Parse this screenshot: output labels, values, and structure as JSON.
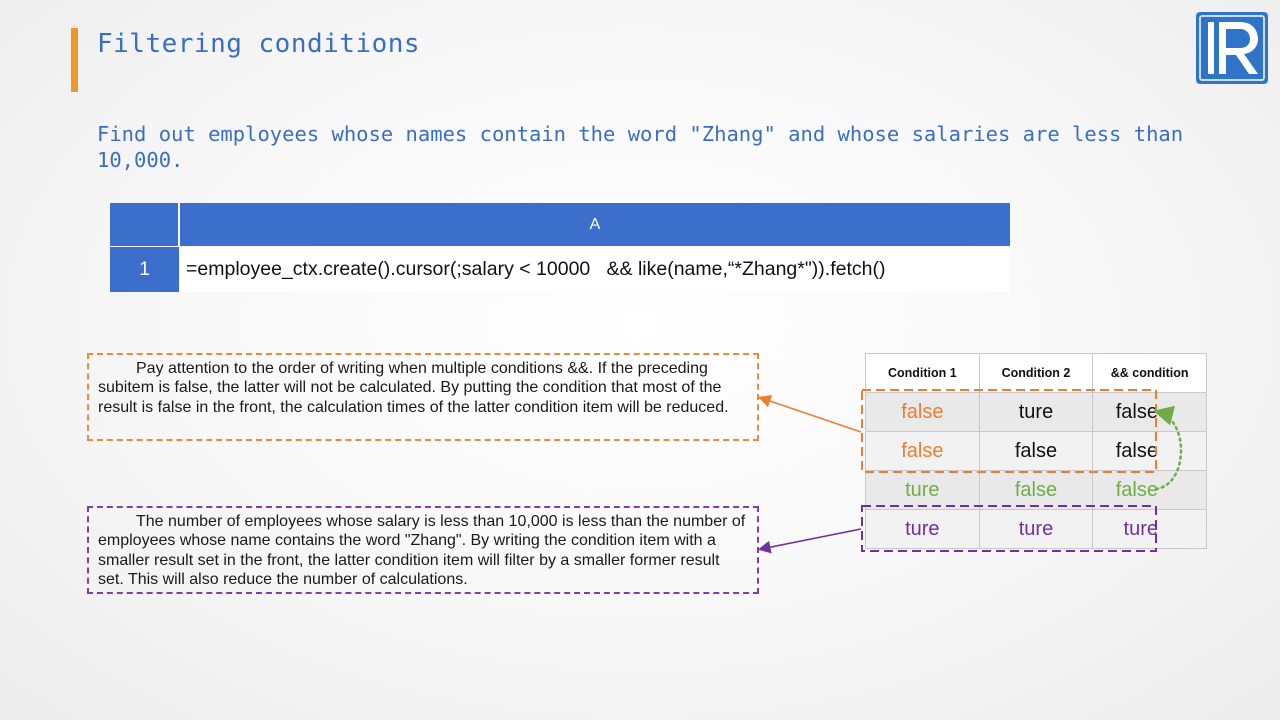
{
  "title": "Filtering conditions",
  "task": "Find out employees whose names contain the word \"Zhang\" and whose salaries are less than 10,000.",
  "grid": {
    "column_header": "A",
    "row_header": "1",
    "formula": "=employee_ctx.create().cursor(;salary < 10000   && like(name,“*Zhang*\")).fetch()"
  },
  "notes": {
    "order": "Pay attention to the order of writing when multiple conditions &&. If the preceding subitem is false, the latter will not be calculated. By putting the condition that most of the result is false in the front, the calculation times of the latter condition item will be reduced.",
    "result_set": "The number of employees whose salary is less than 10,000 is less than the number of employees whose name contains the word \"Zhang\". By writing the condition item with a smaller result set in the front, the latter condition item will filter by a smaller former result set. This will also reduce the number of calculations."
  },
  "truth_table": {
    "headers": [
      "Condition 1",
      "Condition 2",
      "&& condition"
    ],
    "rows": [
      [
        "false",
        "ture",
        "false"
      ],
      [
        "false",
        "false",
        "false"
      ],
      [
        "ture",
        "false",
        "false"
      ],
      [
        "ture",
        "ture",
        "ture"
      ]
    ]
  },
  "colors": {
    "accent_orange": "#f0952b",
    "title_blue": "#3a6ec4",
    "header_blue": "#3b6fcb",
    "highlight_orange": "#ed7d31",
    "highlight_green": "#70ad47",
    "highlight_purple": "#7030a0"
  },
  "icons": {
    "logo": "raqsoft-r-logo"
  }
}
